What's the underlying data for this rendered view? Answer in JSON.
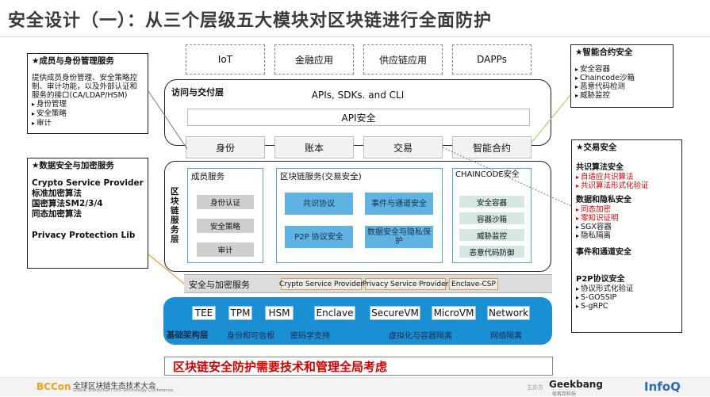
{
  "title": "安全设计（一）：从三个层级五大模块对区块链进行全面防护",
  "apps": [
    "IoT",
    "金融应用",
    "供应链应用",
    "DAPPs"
  ],
  "access_layer": {
    "label": "访问与交付层",
    "apis": "APIs, SDKs. and CLI",
    "api_security": "API安全"
  },
  "modules": [
    "身份",
    "账本",
    "交易",
    "智能合约"
  ],
  "service_layer": {
    "label": "区块链服务层",
    "member_title": "成员服务",
    "member_items": [
      "身份认证",
      "安全策略",
      "审计"
    ],
    "chain_title": "区块链服务(交易安全)",
    "chain_cells": [
      "共识协议",
      "事件与通道安全",
      "P2P 协议安全",
      "数据安全与隐私保护"
    ],
    "chaincode_title": "CHAINCODE安全",
    "chaincode_items": [
      "安全容器",
      "容器沙箱",
      "威胁监控",
      "恶意代码防御"
    ]
  },
  "security_bar": {
    "label": "安全与加密服务",
    "chips": [
      "Crypto Service Provider",
      "Privacy Service Provider",
      "Enclave-CSP"
    ]
  },
  "infra": {
    "label": "基础架构层",
    "chips": [
      "TEE",
      "TPM",
      "HSM",
      "Enclave",
      "SecureVM",
      "MicroVM",
      "Network"
    ],
    "sub_labels": [
      "身份和可信根",
      "密码学支持",
      "虚拟化与容器隔离",
      "网络隔离"
    ]
  },
  "left_panel_1": {
    "title": "★成员与身份管理服务",
    "body": "提供成员身份管理、安全策略控制、审计功能，以及外部认证和服务的接口(CA/LDAP/HSM)",
    "items": [
      "身份管理",
      "安全策略",
      "审计"
    ]
  },
  "left_panel_2": {
    "title": "★数据安全与加密服务",
    "lines": [
      "Crypto Service Provider",
      "标准加密算法",
      "国密算法SM2/3/4",
      "同态加密算法",
      "Privacy Protection Lib"
    ]
  },
  "right_panel_1": {
    "title": "★智能合约安全",
    "items": [
      "安全容器",
      "Chaincode沙箱",
      "恶意代码检测",
      "威胁监控"
    ]
  },
  "right_panel_2": {
    "title": "★交易安全",
    "groups": [
      {
        "heading": "共识算法安全",
        "items": [
          {
            "text": "自适应共识算法",
            "red": true
          },
          {
            "text": "共识算法形式化验证",
            "red": true
          }
        ]
      },
      {
        "heading": "数据和隐私安全",
        "items": [
          {
            "text": "同态加密",
            "red": true
          },
          {
            "text": "零知识证明",
            "red": true
          },
          {
            "text": "SGX容器",
            "red": false
          },
          {
            "text": "隐私隔离",
            "red": false
          }
        ]
      },
      {
        "heading": "事件和通道安全",
        "items": []
      },
      {
        "heading": "P2P协议安全",
        "items": [
          {
            "text": "协议形式化验证",
            "red": false
          },
          {
            "text": "S-GOSSIP",
            "red": false
          },
          {
            "text": "S-gRPC",
            "red": false
          }
        ]
      }
    ]
  },
  "banner": "区块链安全防护需要技术和管理全局考虑",
  "footer": {
    "conf_logo": "BCCon",
    "conf_name": "全球区块链生态技术大会",
    "conf_sub": "Global Blockchain Eco-Technology Conference",
    "sponsor_prefix": "主办方",
    "sponsor1": "Geekbang",
    "sponsor1_sub": "极客邦科技",
    "sponsor2": "InfoQ"
  }
}
